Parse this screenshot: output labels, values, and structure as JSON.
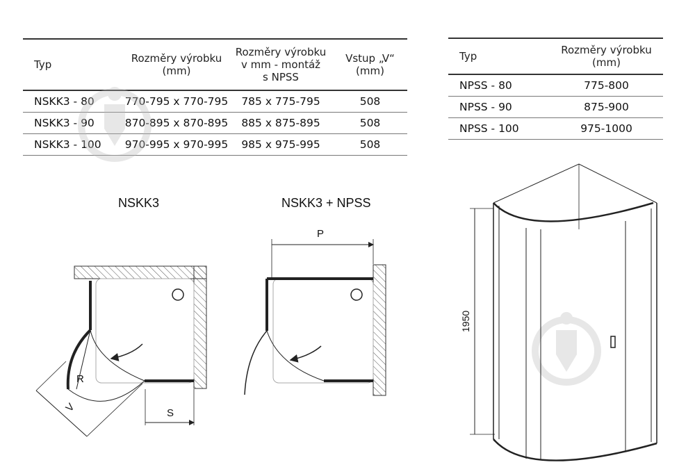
{
  "table_nskk3": {
    "headers": [
      "Typ",
      "Rozměry výrobku\n(mm)",
      "Rozměry výrobku\nv mm - montáž\ns NPSS",
      "Vstup „V“\n(mm)"
    ],
    "rows": [
      [
        "NSKK3 - 80",
        "770-795 x 770-795",
        "785 x 775-795",
        "508"
      ],
      [
        "NSKK3 - 90",
        "870-895 x 870-895",
        "885 x 875-895",
        "508"
      ],
      [
        "NSKK3 - 100",
        "970-995 x 970-995",
        "985 x 975-995",
        "508"
      ]
    ]
  },
  "table_npss": {
    "headers": [
      "Typ",
      "Rozměry výrobku\n(mm)"
    ],
    "rows": [
      [
        "NPSS - 80",
        "775-800"
      ],
      [
        "NPSS - 90",
        "875-900"
      ],
      [
        "NPSS - 100",
        "975-1000"
      ]
    ]
  },
  "diagrams": {
    "nskk3": {
      "title": "NSKK3",
      "label_r": "R",
      "label_v": "V",
      "label_s": "S"
    },
    "nskk3_npss": {
      "title": "NSKK3 + NPSS",
      "label_p": "P"
    },
    "front_view": {
      "height_label": "1950"
    }
  },
  "colors": {
    "line": "#222222",
    "hatch": "#555555",
    "watermark": "#bdbdbd"
  },
  "icons": [
    "watermark-logo-icon"
  ]
}
